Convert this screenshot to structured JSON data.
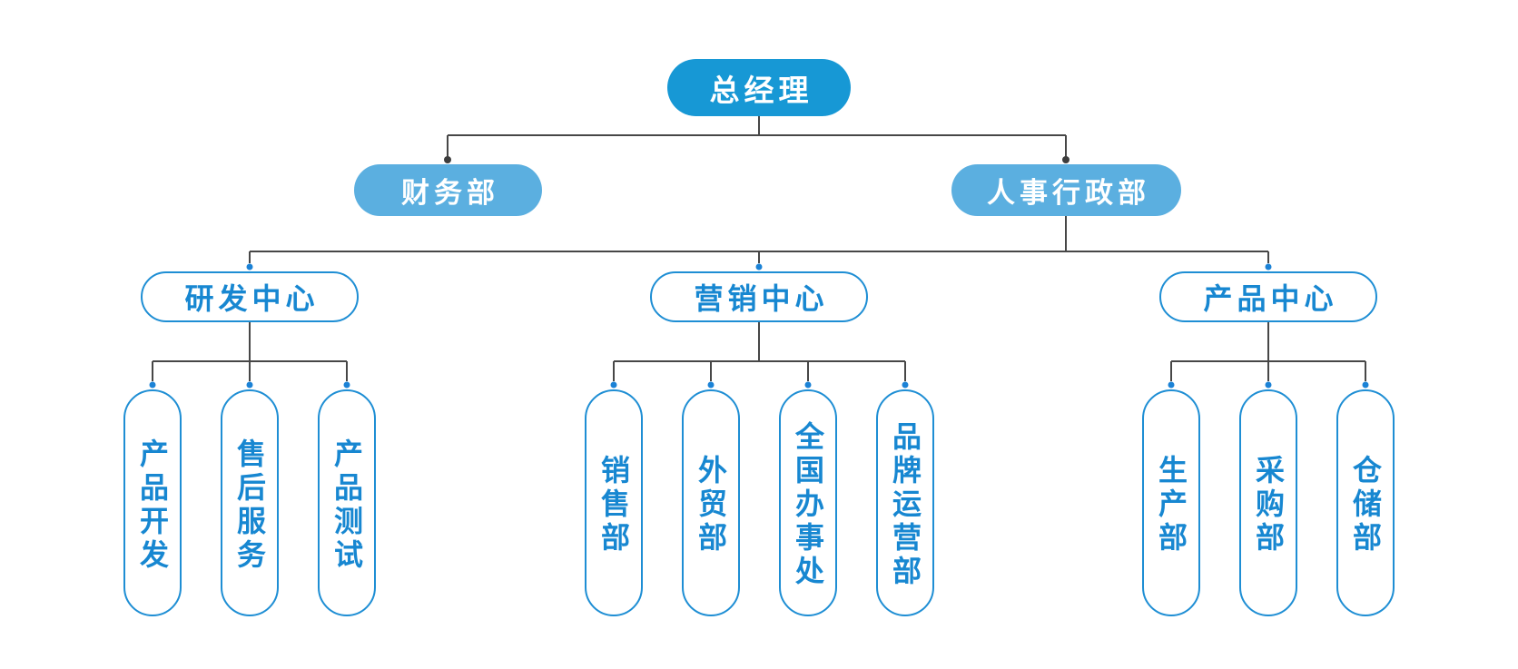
{
  "org_chart": {
    "root": {
      "label": "总经理"
    },
    "level2": [
      {
        "label": "财务部"
      },
      {
        "label": "人事行政部"
      }
    ],
    "centers": [
      {
        "label": "研发中心",
        "departments": [
          {
            "label": "产品开发"
          },
          {
            "label": "售后服务"
          },
          {
            "label": "产品测试"
          }
        ]
      },
      {
        "label": "营销中心",
        "departments": [
          {
            "label": "销售部"
          },
          {
            "label": "外贸部"
          },
          {
            "label": "全国办事处"
          },
          {
            "label": "品牌运营部"
          }
        ]
      },
      {
        "label": "产品中心",
        "departments": [
          {
            "label": "生产部"
          },
          {
            "label": "采购部"
          },
          {
            "label": "仓储部"
          }
        ]
      }
    ]
  },
  "colors": {
    "root_fill": "#1798d5",
    "level2_fill": "#5bafe0",
    "outline_blue": "#1e8ed4",
    "text_blue": "#1787d1",
    "node_text_light": "#ffffff",
    "connector_line": "#474747",
    "junction_dot_dark": "#3d3d3d",
    "junction_dot_blue": "#1b82d6",
    "background": "#ffffff"
  }
}
